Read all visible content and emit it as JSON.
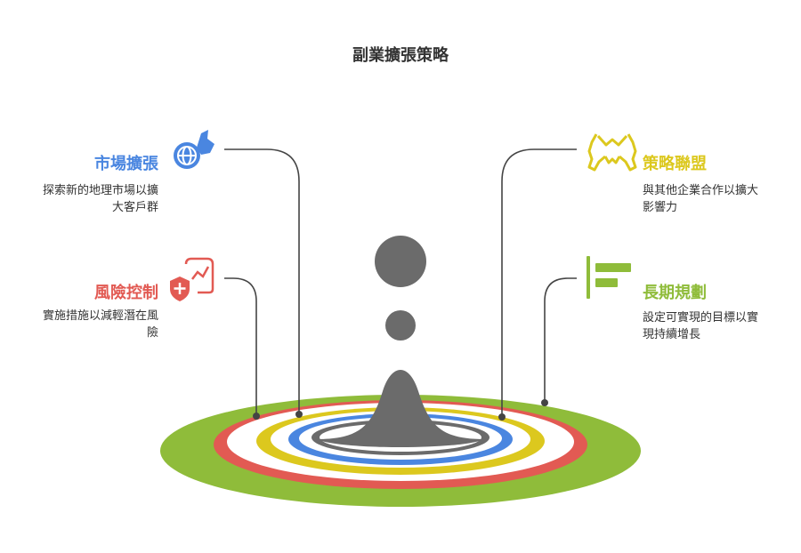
{
  "title": "副業擴張策略",
  "colors": {
    "green": "#8fbc3a",
    "red": "#e25a53",
    "yellow": "#dcc81e",
    "blue": "#4a86e0",
    "gray": "#6b6b6b",
    "line": "#444444"
  },
  "items": {
    "market": {
      "label": "市場擴張",
      "desc_line1": "探索新的地理市場以擴",
      "desc_line2": "大客戶群",
      "color": "#4a86e0",
      "icon": "globe-icon"
    },
    "risk": {
      "label": "風險控制",
      "desc_line1": "實施措施以減輕潛在風",
      "desc_line2": "險",
      "color": "#e25a53",
      "icon": "shield-chart-icon"
    },
    "alliance": {
      "label": "策略聯盟",
      "desc_line1": "與其他企業合作以擴大",
      "desc_line2": "影響力",
      "color": "#dcc81e",
      "icon": "handshake-icon"
    },
    "planning": {
      "label": "長期規劃",
      "desc_line1": "設定可實現的目標以實",
      "desc_line2": "現持續增長",
      "color": "#8fbc3a",
      "icon": "roadmap-icon"
    }
  }
}
